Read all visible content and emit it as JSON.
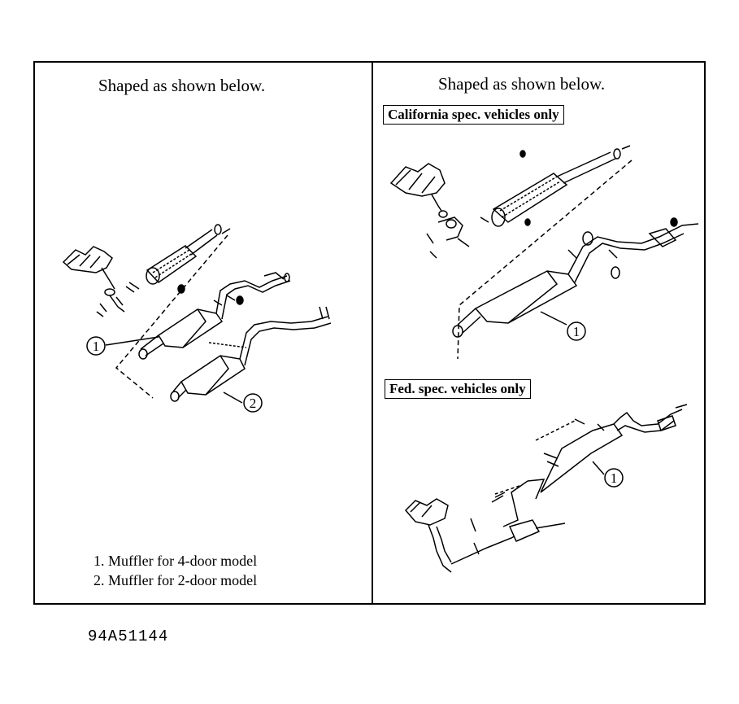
{
  "left": {
    "heading": "Shaped as shown below.",
    "callouts": [
      "1",
      "2"
    ],
    "legend": [
      "1. Muffler for 4-door model",
      "2. Muffler for 2-door model"
    ]
  },
  "right": {
    "heading": "Shaped as shown below.",
    "california_label": "California spec. vehicles only",
    "federal_label": "Fed.  spec. vehicles only",
    "callouts": [
      "1",
      "1"
    ]
  },
  "figure_id": "94A51144"
}
